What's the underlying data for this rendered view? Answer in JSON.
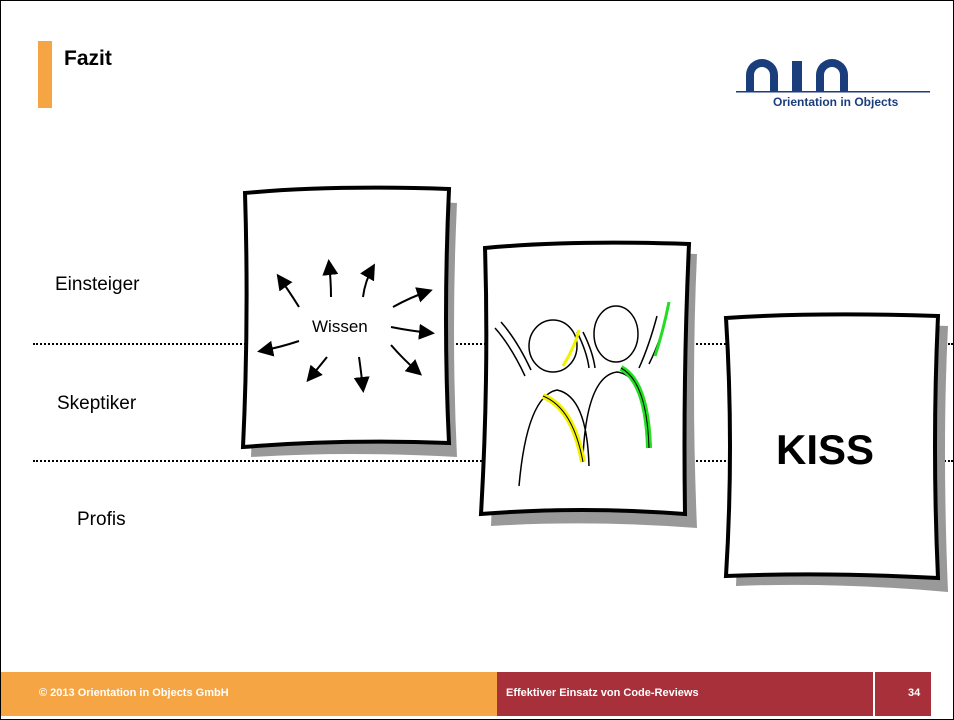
{
  "slide": {
    "title": "Fazit",
    "logo_text": "Orientation in Objects"
  },
  "levels": {
    "einsteiger": "Einsteiger",
    "skeptiker": "Skeptiker",
    "profis": "Profis"
  },
  "cards": {
    "knowledge_label": "Wissen",
    "kiss_label": "KISS"
  },
  "footer": {
    "copyright": "© 2013 Orientation in Objects GmbH",
    "talk_title": "Effektiver Einsatz von Code-Reviews",
    "page_number": "34"
  },
  "colors": {
    "accent_orange": "#f5a543",
    "footer_red": "#a8303a",
    "logo_blue": "#1a3d7c",
    "highlight_yellow": "#f2f200",
    "highlight_green": "#22dd22"
  },
  "icons": {
    "card1": "arrows-radiating-icon",
    "card2": "two-people-cheering-icon"
  }
}
